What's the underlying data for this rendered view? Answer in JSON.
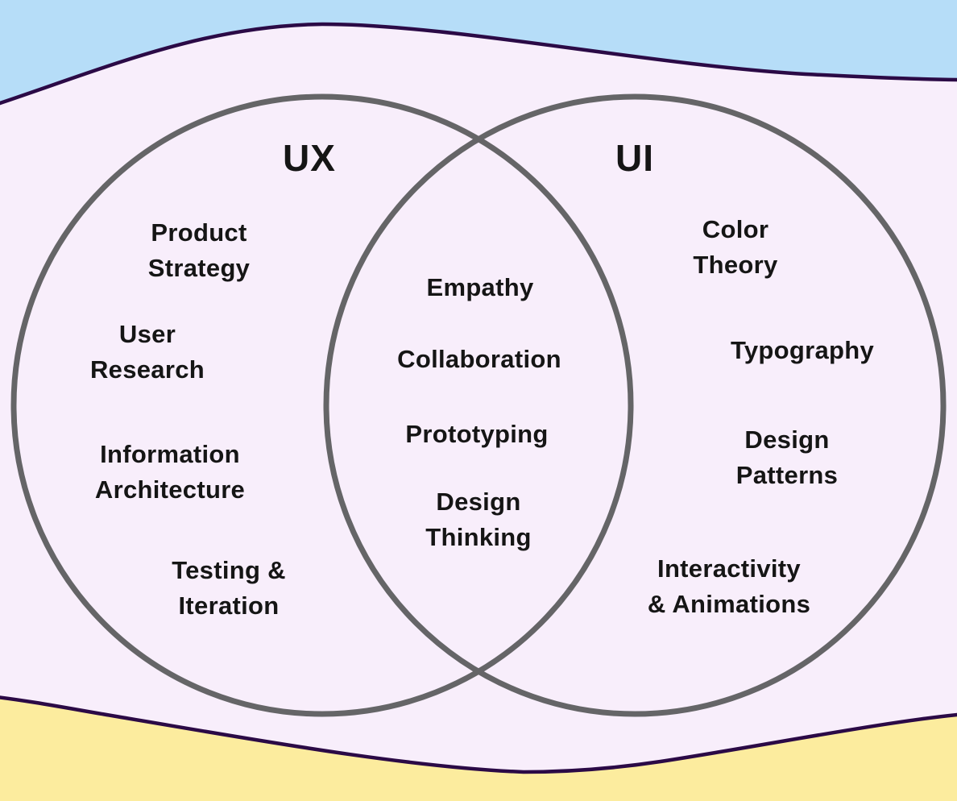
{
  "colors": {
    "sky_blue": "#b6ddf8",
    "sand_yellow": "#fcec9e",
    "lavender": "#f8eefb",
    "outline_purple": "#2b0a46",
    "circle_gray": "#656567",
    "text_black": "#151515"
  },
  "venn": {
    "left_title": "UX",
    "right_title": "UI",
    "left_items": [
      "Product\nStrategy",
      "User\nResearch",
      "Information\nArchitecture",
      "Testing &\nIteration"
    ],
    "overlap_items": [
      "Empathy",
      "Collaboration",
      "Prototyping",
      "Design\nThinking"
    ],
    "right_items": [
      "Color\nTheory",
      "Typography",
      "Design Patterns",
      "Interactivity\n& Animations"
    ]
  }
}
